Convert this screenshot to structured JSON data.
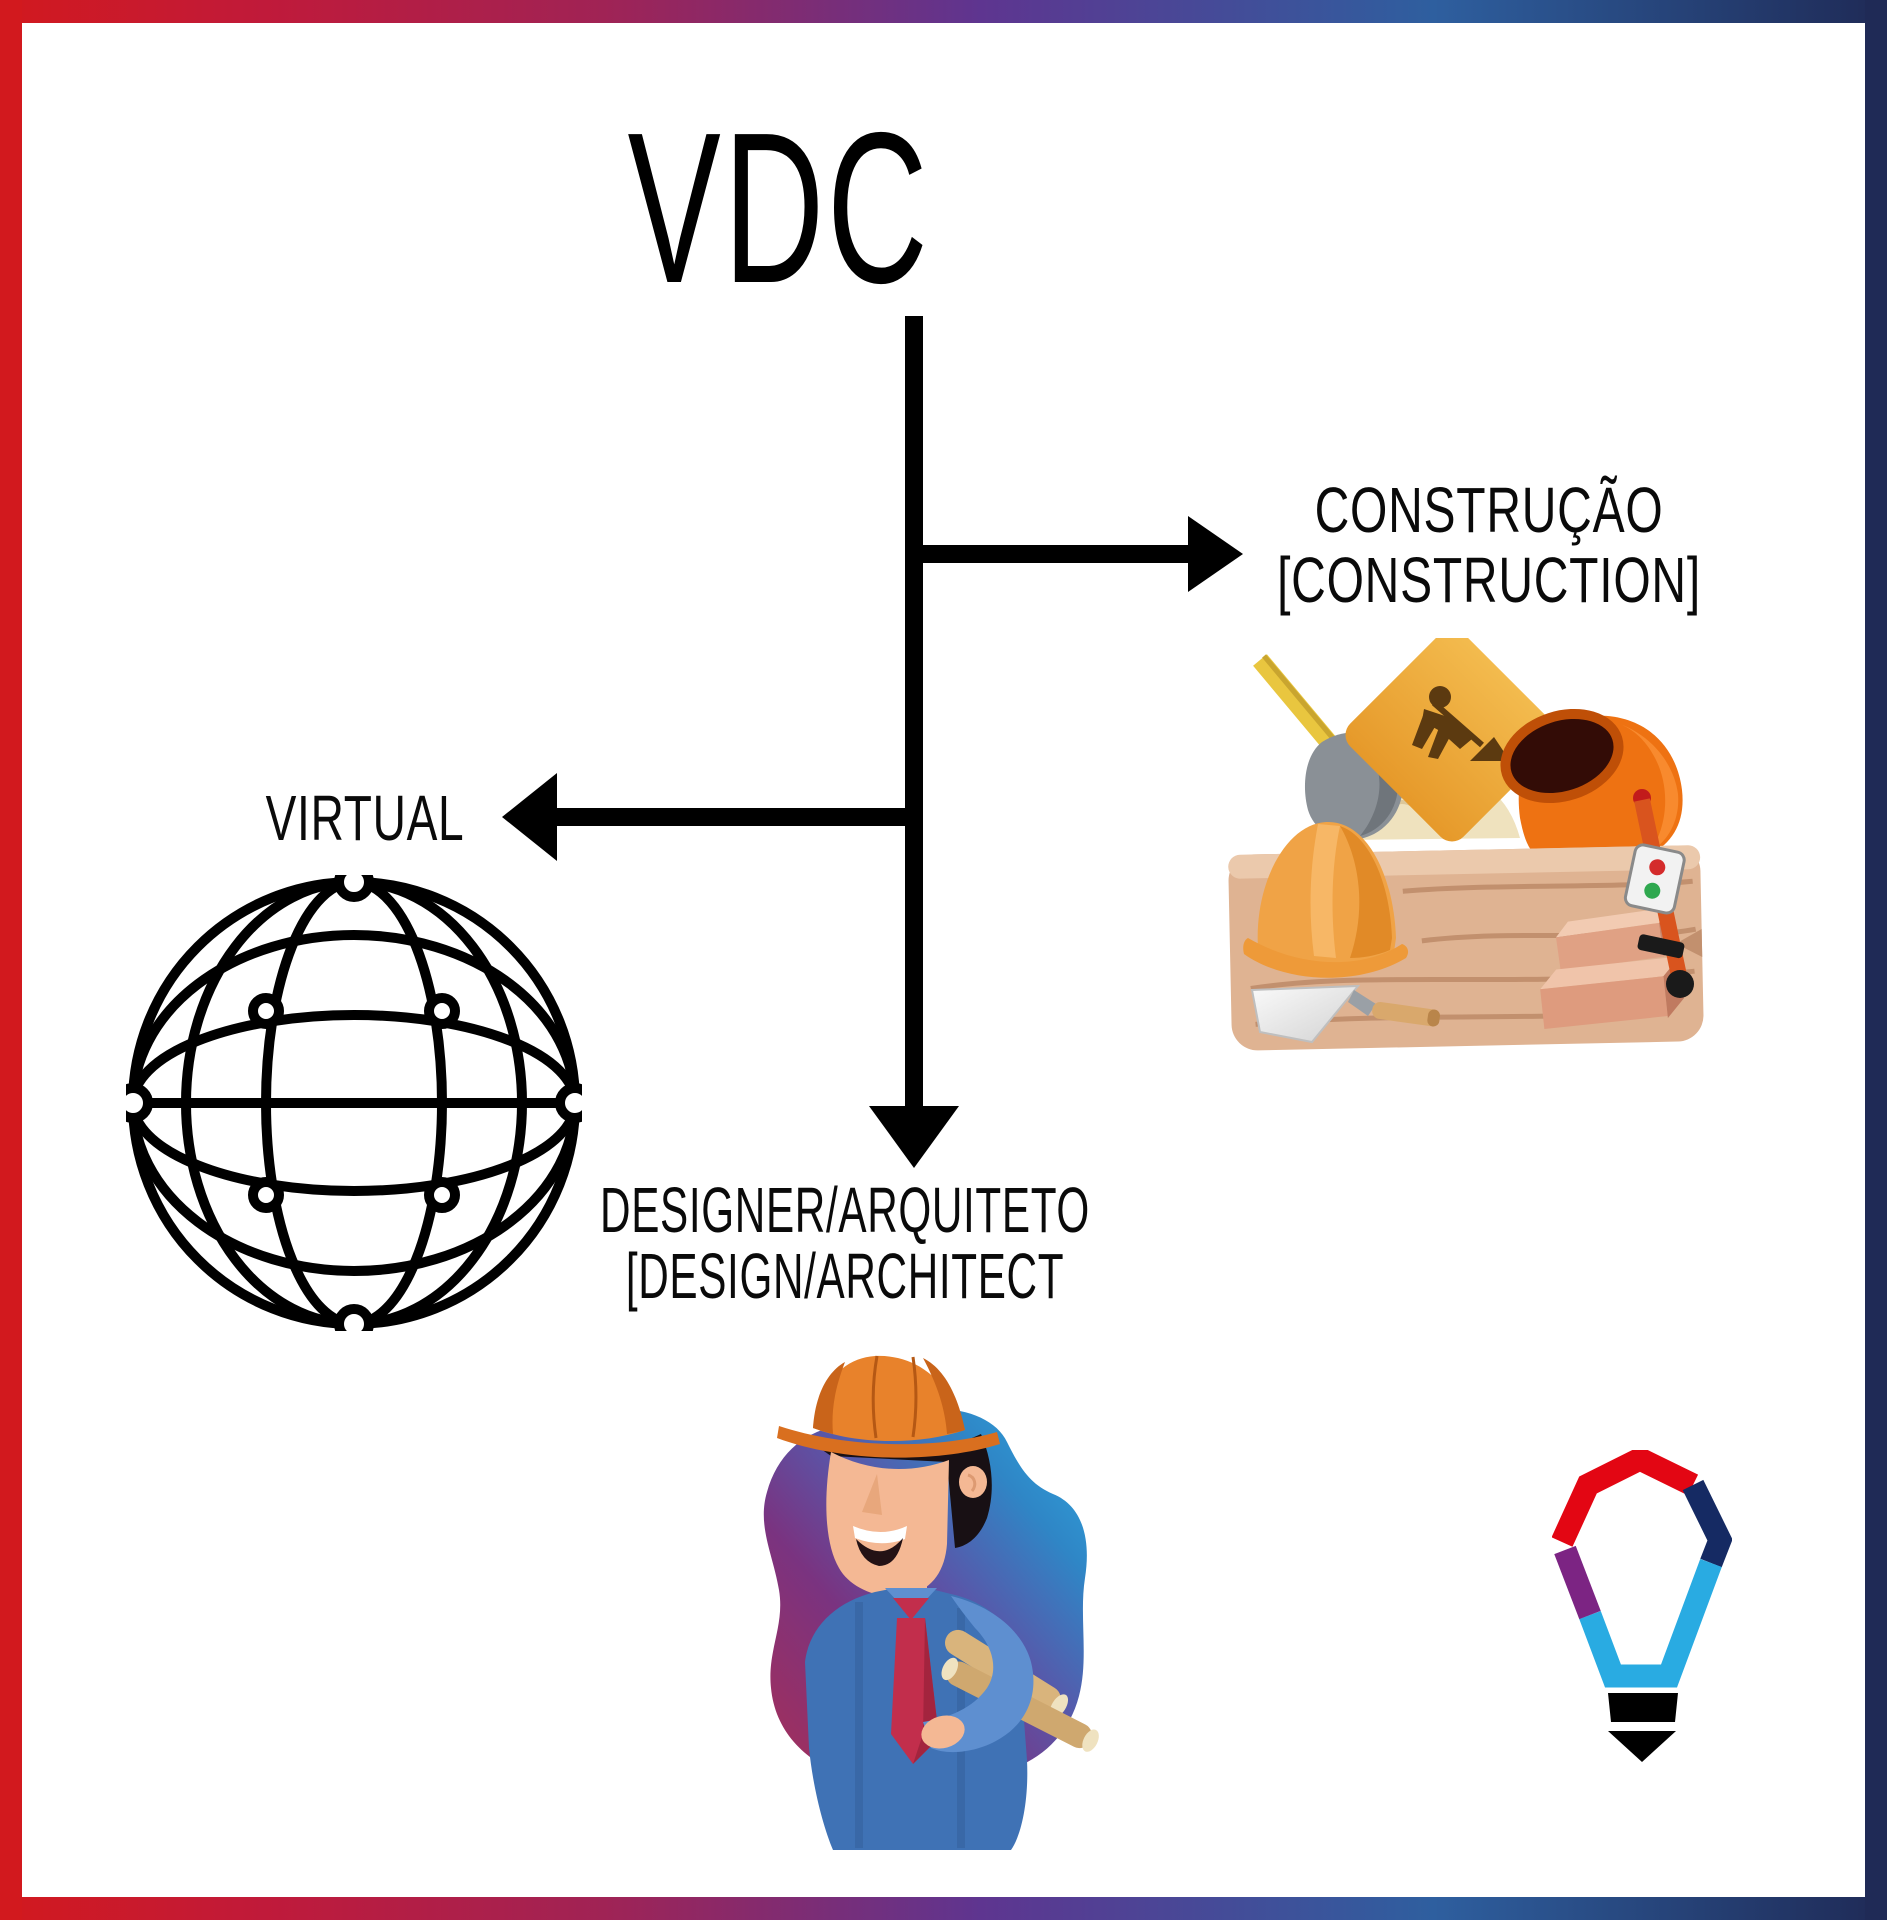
{
  "title": {
    "text": "VDC"
  },
  "labels": {
    "construction": {
      "line1": "CONSTRUÇÃO",
      "line2": "[CONSTRUCTION]"
    },
    "virtual": {
      "line1": "VIRTUAL"
    },
    "designer": {
      "line1": "DESIGNER/ARQUITETO",
      "line2": "[DESIGN/ARCHITECT"
    }
  },
  "icons": {
    "virtual": "wireframe-globe-icon",
    "construction": "construction-tools-illustration",
    "designer": "architect-character-illustration",
    "brand": "lightbulb-pencil-logo"
  },
  "colors": {
    "frame_red": "#d2191e",
    "frame_magenta": "#a02355",
    "frame_purple": "#5e3590",
    "frame_blue": "#2e5f9f",
    "frame_navy": "#1f2a56",
    "diagram_black": "#000000",
    "logo_red": "#e30613",
    "logo_navy": "#152a63",
    "logo_blue": "#29abe2",
    "logo_purple": "#7c2483",
    "wood_tan": "#dfb392",
    "helmet_orange": "#f0a346",
    "mixer_orange": "#ee7212",
    "sign_amber": "#eda42f",
    "brick_salmon": "#de9b7e",
    "blob_blue": "#2fa8e0",
    "blob_purple": "#6b4096",
    "blob_crimson": "#a82e56",
    "skin": "#f4b894",
    "shirt_blue": "#3f72b5",
    "sleeve_blue": "#5e8fd0",
    "tie_red": "#c22e4c",
    "blueprint_tan": "#d9b47c"
  }
}
